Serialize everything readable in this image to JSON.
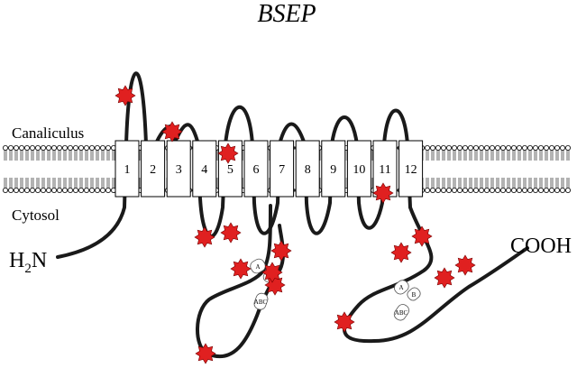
{
  "diagram": {
    "title": "BSEP",
    "labels": {
      "canaliculus": "Canaliculus",
      "cytosol": "Cytosol",
      "n_terminus_main": "H",
      "n_terminus_sub": "2",
      "n_terminus_tail": "N",
      "c_terminus": "COOH"
    },
    "tm_domains": [
      "1",
      "2",
      "3",
      "4",
      "5",
      "6",
      "7",
      "8",
      "9",
      "10",
      "11",
      "12"
    ],
    "nbd1_motifs": {
      "walker_a": "A",
      "signature": "ABC",
      "walker_b": "B"
    },
    "nbd2_motifs": {
      "walker_a": "A",
      "signature": "ABC",
      "walker_b": "B"
    },
    "mutation_marker_color": "#e02020",
    "protein_color": "#1a1a1a",
    "membrane_color": "#000000"
  }
}
